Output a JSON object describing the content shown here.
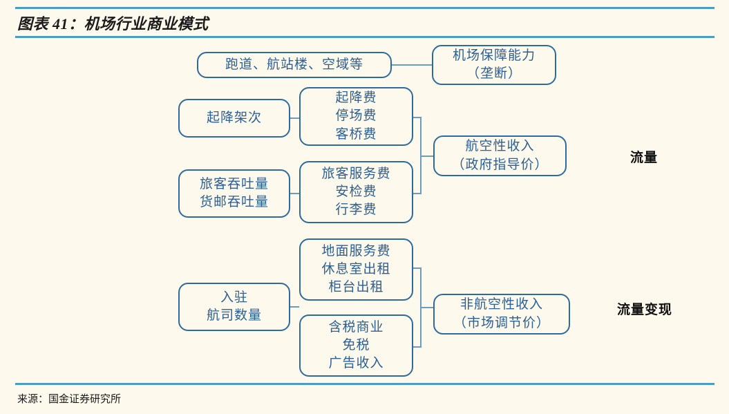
{
  "header": {
    "title": "图表 41：机场行业商业模式"
  },
  "footer": {
    "source": "来源：国金证券研究所"
  },
  "colors": {
    "rule": "#4a9cc4",
    "node_border": "#2e6a9e",
    "node_text": "#2d5f93",
    "connector": "#6a9cc0",
    "page_background": "#fdf9ec",
    "label_text": "#111111"
  },
  "diagram": {
    "type": "flow",
    "nodes": [
      {
        "id": "infrastructure",
        "lines": [
          "跑道、航站楼、空域等"
        ]
      },
      {
        "id": "guarantee-capability",
        "lines": [
          "机场保障能力",
          "（垄断）"
        ]
      },
      {
        "id": "takeoff-landing-movements",
        "lines": [
          "起降架次"
        ]
      },
      {
        "id": "aeronautical-fees-aircraft",
        "lines": [
          "起降费",
          "停场费",
          "客桥费"
        ]
      },
      {
        "id": "passenger-cargo-throughput",
        "lines": [
          "旅客吞吐量",
          "货邮吞吐量"
        ]
      },
      {
        "id": "aeronautical-fees-passenger",
        "lines": [
          "旅客服务费",
          "安检费",
          "行李费"
        ]
      },
      {
        "id": "aeronautical-revenue",
        "lines": [
          "航空性收入",
          "（政府指导价）"
        ]
      },
      {
        "id": "resident-airlines-count",
        "lines": [
          "入驻",
          "航司数量"
        ]
      },
      {
        "id": "non-aero-services",
        "lines": [
          "地面服务费",
          "休息室出租",
          "柜台出租"
        ]
      },
      {
        "id": "non-aero-commercial",
        "lines": [
          "含税商业",
          "免税",
          "广告收入"
        ]
      },
      {
        "id": "non-aeronautical-revenue",
        "lines": [
          "非航空性收入",
          "（市场调节价）"
        ]
      }
    ],
    "side_labels": [
      {
        "id": "traffic",
        "text": "流量"
      },
      {
        "id": "traffic-monetization",
        "text": "流量变现"
      }
    ]
  }
}
